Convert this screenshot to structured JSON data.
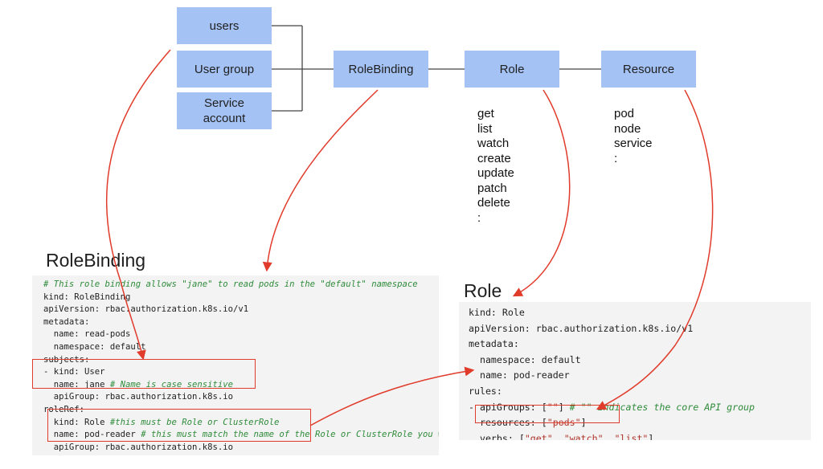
{
  "diagram": {
    "boxes": {
      "users": "users",
      "user_group": "User group",
      "service_account": "Service account",
      "role_binding": "RoleBinding",
      "role": "Role",
      "resource": "Resource"
    },
    "verbs": [
      "get",
      "list",
      "watch",
      "create",
      "update",
      "patch",
      "delete",
      ":"
    ],
    "resources": [
      "pod",
      "node",
      "service",
      ":"
    ]
  },
  "rolebinding_section": {
    "heading": "RoleBinding",
    "code": {
      "l1": "# This role binding allows \"jane\" to read pods in the \"default\" namespace",
      "l2": "kind: RoleBinding",
      "l3": "apiVersion: rbac.authorization.k8s.io/v1",
      "l4": "metadata:",
      "l5": "  name: read-pods",
      "l6": "  namespace: default",
      "l7": "subjects:",
      "l8": "- kind: User",
      "l9_a": "  name: jane ",
      "l9_b": "# Name is case sensitive",
      "l10": "  apiGroup: rbac.authorization.k8s.io",
      "l11": "roleRef:",
      "l12_a": "  kind: Role ",
      "l12_b": "#this must be Role or ClusterRole",
      "l13_a": "  name: pod-reader ",
      "l13_b": "# this must match the name of the Role or ClusterRole you wish to bind to",
      "l14": "  apiGroup: rbac.authorization.k8s.io"
    }
  },
  "role_section": {
    "heading": "Role",
    "code": {
      "l1": "kind: Role",
      "l2": "apiVersion: rbac.authorization.k8s.io/v1",
      "l3": "metadata:",
      "l4": "  namespace: default",
      "l5": "  name: pod-reader",
      "l6": "rules:",
      "l7_a": "- apiGroups: [",
      "l7_b": "\"\"",
      "l7_c": "] ",
      "l7_d": "# \"\" indicates the core API group",
      "l8_a": "  resources: [",
      "l8_b": "\"pods\"",
      "l8_c": "]",
      "l9_a": "  verbs: [",
      "l9_b": "\"get\"",
      "l9_c": ", ",
      "l9_d": "\"watch\"",
      "l9_e": ", ",
      "l9_f": "\"list\"",
      "l9_g": "]"
    }
  },
  "colors": {
    "box_fill": "#a4c2f4",
    "connector": "#444444",
    "arrow": "#e03b2b",
    "comment": "#2e8b3a",
    "string": "#b0342a",
    "code_bg": "#f3f3f3"
  }
}
